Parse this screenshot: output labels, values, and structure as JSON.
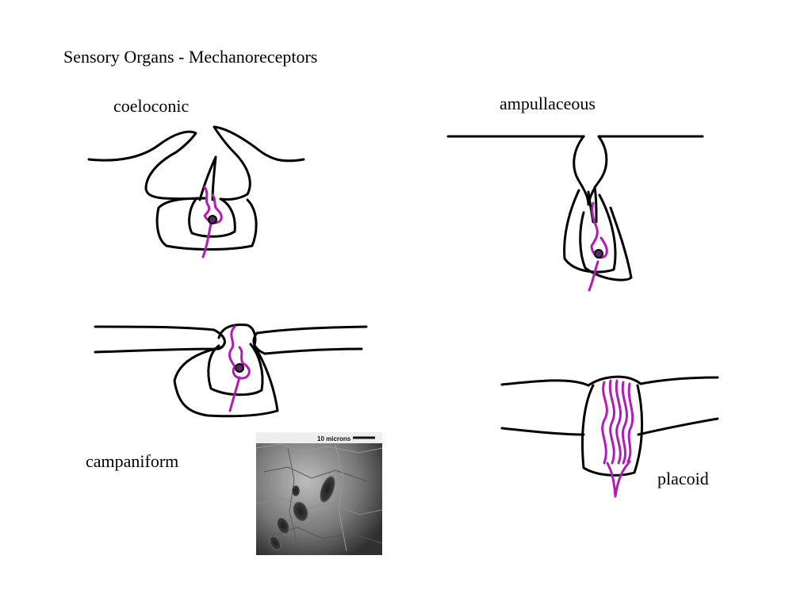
{
  "title": "Sensory Organs - Mechanoreceptors",
  "labels": {
    "coeloconic": "coeloconic",
    "ampullaceous": "ampullaceous",
    "campaniform": "campaniform",
    "placoid": "placoid"
  },
  "micrograph": {
    "scale_label": "10 microns"
  },
  "colors": {
    "outline": "#000000",
    "neuron": "#b31bb8",
    "nucleus": "#5c2a63"
  }
}
